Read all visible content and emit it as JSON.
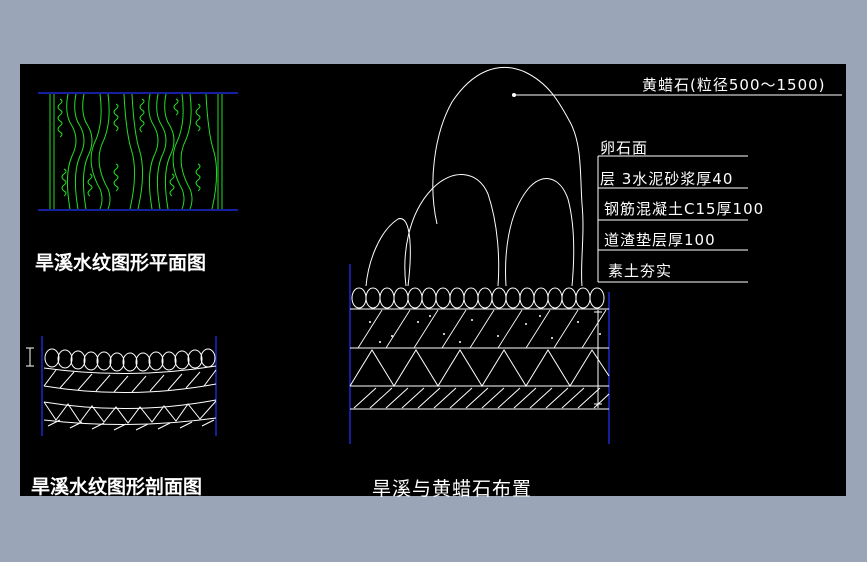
{
  "labels": {
    "plan_title": "旱溪水纹图形平面图",
    "section_title": "旱溪水纹图形剖面图",
    "layout_title": "旱溪与黄蜡石布置",
    "stone": "黄蜡石(粒径500～1500)",
    "layer_pebble": "卵石面",
    "layer_mortar": "层 3水泥砂浆厚40",
    "layer_concrete": "钢筋混凝土C15厚100",
    "layer_gravel": "道渣垫层厚100",
    "layer_soil": "素土夯实"
  },
  "colors": {
    "background": "#9aa5b8",
    "canvas": "#000000",
    "line": "#ffffff",
    "plan_pattern": "#22dd22",
    "dim_line": "#2233ff"
  }
}
